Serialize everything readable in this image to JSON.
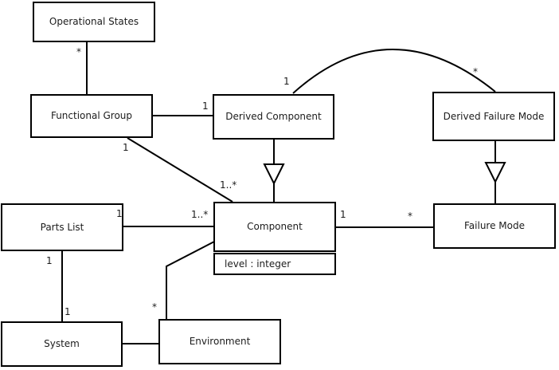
{
  "diagram": {
    "type": "uml-class-diagram",
    "classes": [
      {
        "id": "operational-states",
        "name": "Operational States"
      },
      {
        "id": "functional-group",
        "name": "Functional Group"
      },
      {
        "id": "derived-component",
        "name": "Derived Component"
      },
      {
        "id": "derived-failure-mode",
        "name": "Derived Failure Mode"
      },
      {
        "id": "parts-list",
        "name": "Parts List"
      },
      {
        "id": "component",
        "name": "Component",
        "attributes": [
          "level : integer"
        ]
      },
      {
        "id": "failure-mode",
        "name": "Failure Mode"
      },
      {
        "id": "system",
        "name": "System"
      },
      {
        "id": "environment",
        "name": "Environment"
      }
    ],
    "associations": [
      {
        "id": "os-fg",
        "from": "Functional Group",
        "to": "Operational States",
        "to_mult": "*"
      },
      {
        "id": "fg-dc",
        "from": "Functional Group",
        "to": "Derived Component",
        "to_mult": "1"
      },
      {
        "id": "fg-comp",
        "from": "Functional Group",
        "to": "Component",
        "from_mult": "1",
        "to_mult": "1..*"
      },
      {
        "id": "dc-dfm",
        "from": "Derived Component",
        "to": "Derived Failure Mode",
        "from_mult": "1",
        "to_mult": "*"
      },
      {
        "id": "pl-comp",
        "from": "Parts List",
        "to": "Component",
        "from_mult": "1",
        "to_mult": "1..*"
      },
      {
        "id": "pl-sys",
        "from": "Parts List",
        "to": "System",
        "from_mult": "1",
        "to_mult": "1"
      },
      {
        "id": "sys-env",
        "from": "System",
        "to": "Environment"
      },
      {
        "id": "env-comp",
        "from": "Environment",
        "to": "Component",
        "from_mult": "*"
      },
      {
        "id": "comp-fm",
        "from": "Component",
        "to": "Failure Mode",
        "from_mult": "1",
        "to_mult": "*"
      }
    ],
    "generalizations": [
      {
        "id": "dc-comp",
        "child": "Derived Component",
        "parent": "Component"
      },
      {
        "id": "dfm-fm",
        "child": "Derived Failure Mode",
        "parent": "Failure Mode"
      }
    ],
    "colors": {
      "line": "#000000",
      "background": "#ffffff",
      "text": "#1c1c1c"
    }
  }
}
